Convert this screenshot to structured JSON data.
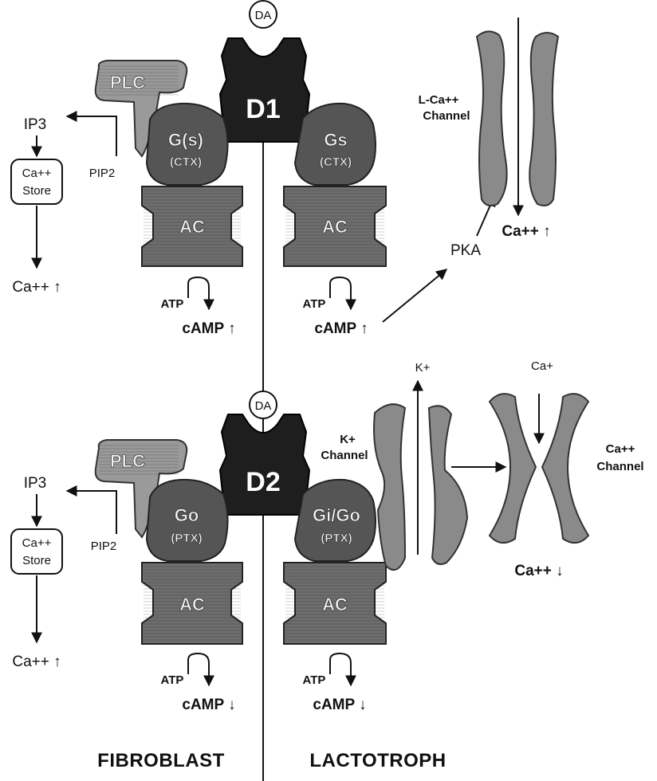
{
  "receptors": {
    "d1": {
      "ligand": "DA",
      "label": "D1"
    },
    "d2": {
      "ligand": "DA",
      "label": "D2"
    }
  },
  "top": {
    "left": {
      "plc": "PLC",
      "ip3": "IP3",
      "pip2": "PIP2",
      "store_line1": "Ca++",
      "store_line2": "Store",
      "ca_result": "Ca++ ↑",
      "g_protein_line1": "G(s)",
      "g_protein_line2": "(CTX)",
      "ac": "AC",
      "atp": "ATP",
      "camp": "cAMP ↑"
    },
    "right": {
      "g_protein_line1": "Gs",
      "g_protein_line2": "(CTX)",
      "ac": "AC",
      "atp": "ATP",
      "camp": "cAMP ↑",
      "pka": "PKA",
      "channel_line1": "L-Ca++",
      "channel_line2": "Channel",
      "ca_result": "Ca++ ↑"
    }
  },
  "bottom": {
    "left": {
      "plc": "PLC",
      "ip3": "IP3",
      "pip2": "PIP2",
      "store_line1": "Ca++",
      "store_line2": "Store",
      "ca_result": "Ca++ ↑",
      "g_protein_line1": "Go",
      "g_protein_line2": "(PTX)",
      "ac": "AC",
      "atp": "ATP",
      "camp": "cAMP ↓"
    },
    "right": {
      "g_protein_line1": "Gi/Go",
      "g_protein_line2": "(PTX)",
      "ac": "AC",
      "atp": "ATP",
      "camp": "cAMP ↓",
      "k_ion": "K+",
      "k_channel_line1": "K+",
      "k_channel_line2": "Channel",
      "ca_ion": "Ca+",
      "ca_channel_line1": "Ca++",
      "ca_channel_line2": "Channel",
      "ca_result": "Ca++ ↓"
    }
  },
  "footer": {
    "left": "FIBROBLAST",
    "right": "LACTOTROPH"
  },
  "colors": {
    "receptor": "#1e1e1e",
    "g_protein": "#555555",
    "adenylyl_cyclase": "#6e6e6e",
    "plc": "#9a9a9a",
    "channel": "#8a8a8a",
    "line": "#111111"
  }
}
